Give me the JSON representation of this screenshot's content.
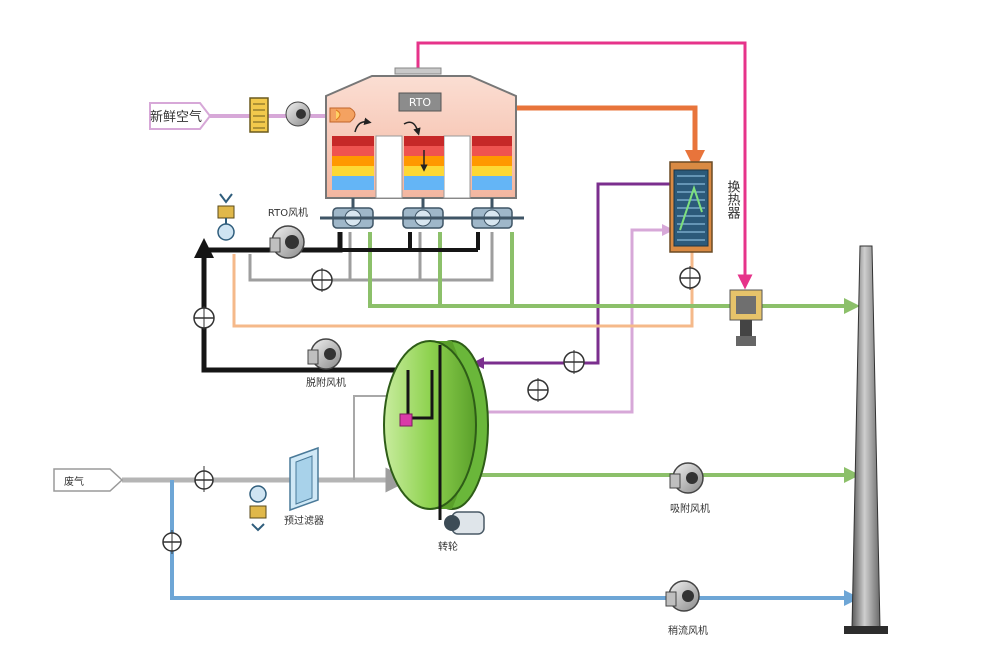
{
  "labels": {
    "fresh_air": "新鲜空气",
    "rto": "RTO",
    "rto_fan": "RTO风机",
    "heat_exchanger": "换热器",
    "desorption_fan": "脱附风机",
    "waste_gas": "废气",
    "pre_filter": "预过滤器",
    "rotor": "转轮",
    "adsorption_fan": "吸附风机",
    "bypass_fan": "稍流风机"
  },
  "colors": {
    "pink_line": "#e6338a",
    "orange_line": "#e8743b",
    "peach_line": "#f5b98a",
    "purple_line": "#7b2f8e",
    "lavender_line": "#d7a8d8",
    "green_line": "#8cc06a",
    "black_line": "#151515",
    "gray_line": "#9e9e9e",
    "blue_line": "#6ea6d6",
    "rotor_green": "#8ed24f",
    "rto_body": "#f6c7b6"
  },
  "icons": {
    "fan": "centrifugal-fan-icon",
    "valve": "valve-icon",
    "damper": "damper-icon",
    "filter": "filter-icon",
    "chimney": "chimney-icon",
    "motor": "motor-icon"
  }
}
